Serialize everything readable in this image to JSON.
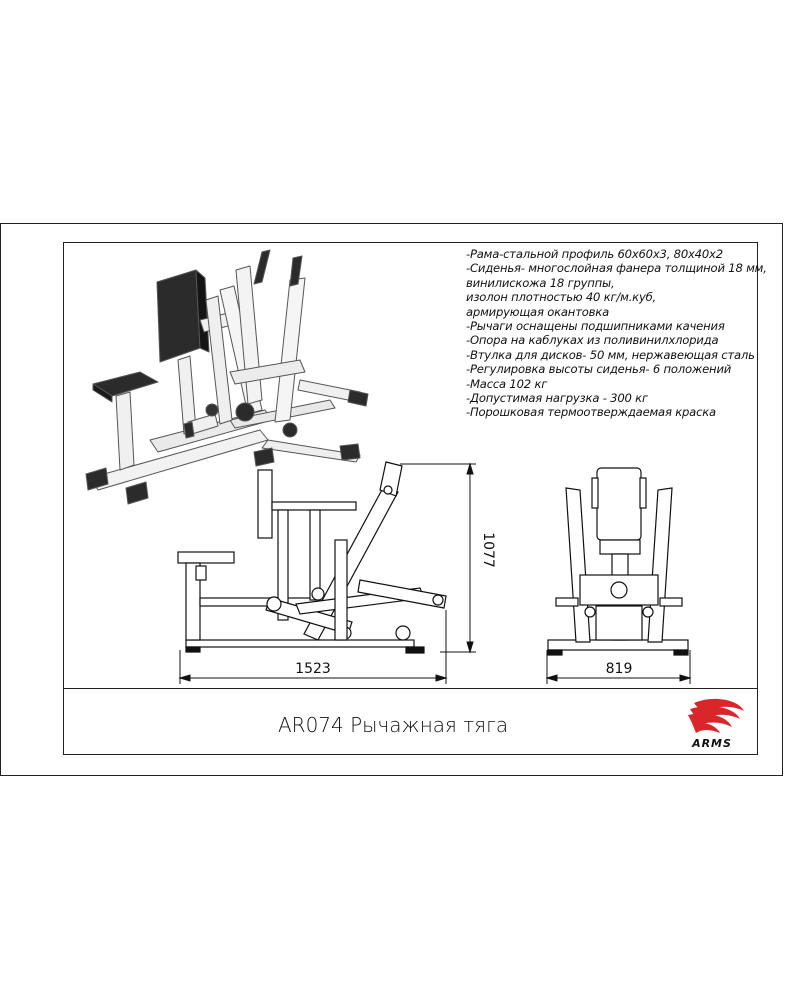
{
  "specs": [
    "-Рама-стальной профиль 60х60х3, 80х40х2",
    "-Сиденья- многослойная фанера толщиной 18 мм,",
    "винилискожа 18 группы,",
    "изолон плотностью 40 кг/м.куб,",
    "армирующая окантовка",
    "-Рычаги оснащены подшипниками качения",
    "-Опора на каблуках из поливинилхлорида",
    "-Втулка для дисков- 50 мм, нержавеющая сталь",
    "-Регулировка высоты сиденья- 6 положений",
    "-Масса 102 кг",
    "-Допустимая нагрузка - 300 кг",
    "-Порошковая термоотверждаемая краска"
  ],
  "dimensions": {
    "height": "1077",
    "length": "1523",
    "width": "819"
  },
  "title": "AR074 Рычажная тяга",
  "brand": "ARMS",
  "colors": {
    "frame": "#f2f2f2",
    "pad": "#2b2b2b",
    "logo_red": "#d8262b",
    "line": "#111111"
  }
}
